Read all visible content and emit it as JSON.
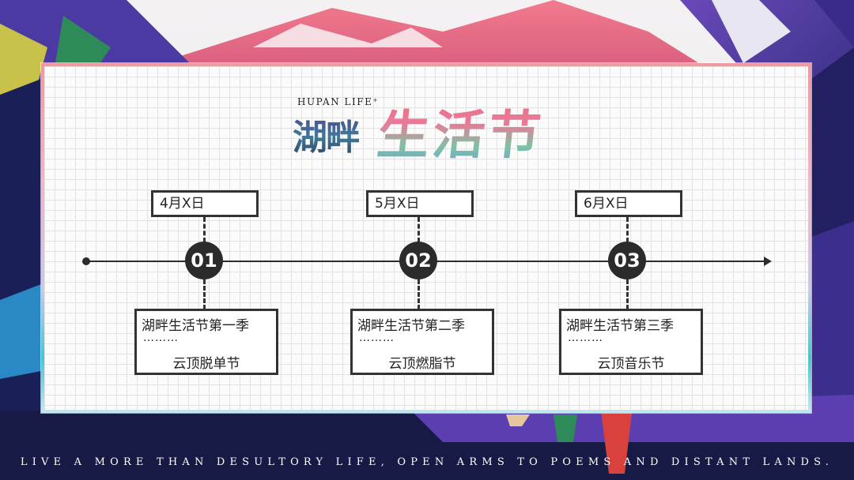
{
  "logo": {
    "subtitle": "HUPAN LIFE⁺",
    "main": "湖畔",
    "big": "生活节"
  },
  "timeline": [
    {
      "date": "4月X日",
      "number": "01",
      "title": "湖畔生活节第一季",
      "dots": "………",
      "subtitle": "云顶脱单节"
    },
    {
      "date": "5月X日",
      "number": "02",
      "title": "湖畔生活节第二季",
      "dots": "………",
      "subtitle": "云顶燃脂节"
    },
    {
      "date": "6月X日",
      "number": "03",
      "title": "湖畔生活节第三季",
      "dots": "………",
      "subtitle": "云顶音乐节"
    }
  ],
  "footer": "LIVE A MORE THAN DESULTORY LIFE, OPEN ARMS TO POEMS AND DISTANT LANDS.",
  "colors": {
    "background_dark": "#1a1d4d",
    "pink_mountain": "#f07f8f",
    "purple_mountain": "#4b3a9a",
    "accent_teal": "#48c6cf",
    "node": "#2b2b2b"
  }
}
